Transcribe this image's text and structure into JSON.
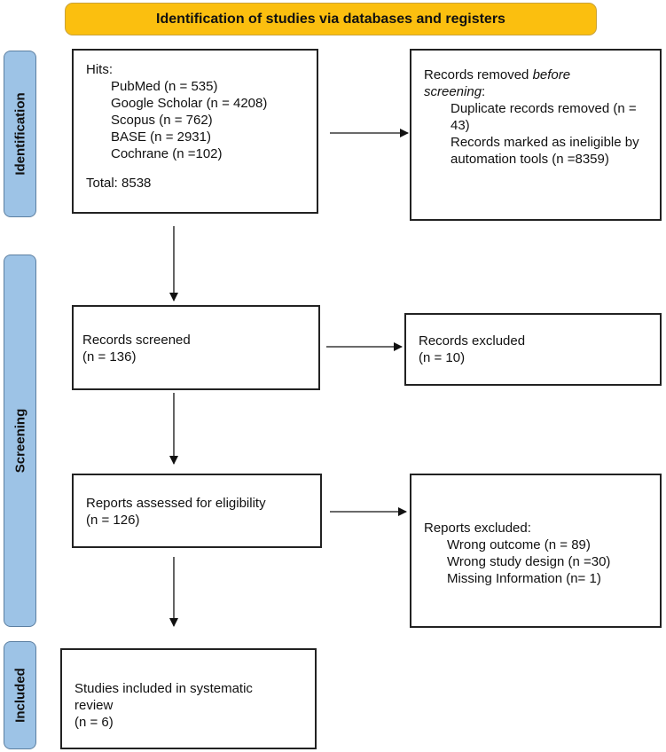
{
  "header": {
    "title": "Identification of studies via databases and registers"
  },
  "phases": {
    "identification": "Identification",
    "screening": "Screening",
    "included": "Included"
  },
  "hits": {
    "heading": "Hits:",
    "sources": [
      "PubMed (n = 535)",
      "Google Scholar (n = 4208)",
      "Scopus (n = 762)",
      "BASE (n = 2931)",
      "Cochrane (n =102)"
    ],
    "total": "Total: 8538"
  },
  "removed": {
    "heading_plain": "Records removed ",
    "heading_italic": "before",
    "heading_italic2": "screening",
    "heading_end": ":",
    "duplicates": "Duplicate records removed (n = 43)",
    "ineligible": "Records marked as ineligible by automation tools (n =8359)"
  },
  "screened": {
    "label": "Records screened",
    "count": "(n = 136)"
  },
  "excluded": {
    "label": "Records excluded",
    "count": "(n = 10)"
  },
  "assessed": {
    "label": "Reports assessed for eligibility",
    "count": "(n = 126)"
  },
  "reports_excluded": {
    "heading": "Reports excluded:",
    "reasons": [
      "Wrong outcome (n = 89)",
      "Wrong study design (n =30)",
      "Missing Information (n= 1)"
    ]
  },
  "included": {
    "label": "Studies included in systematic review",
    "count": "(n = 6)"
  }
}
